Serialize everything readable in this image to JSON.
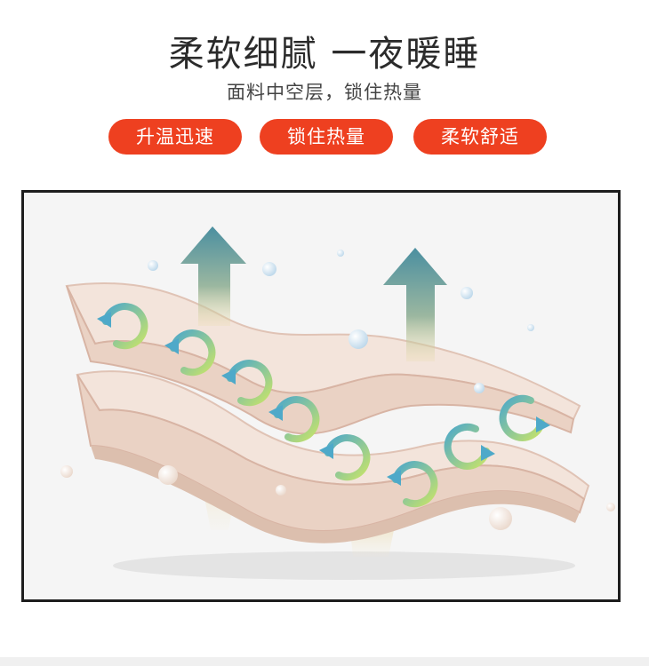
{
  "header": {
    "title": "柔软细腻 一夜暖睡",
    "subtitle": "面料中空层，锁住热量"
  },
  "tags": [
    {
      "label": "升温迅速"
    },
    {
      "label": "锁住热量"
    },
    {
      "label": "柔软舒适"
    }
  ],
  "colors": {
    "tag_bg": "#ee4020",
    "frame_border": "#1d1d1d",
    "fabric": "#f1e0d6",
    "fabric_edge": "#d9b5a6"
  }
}
